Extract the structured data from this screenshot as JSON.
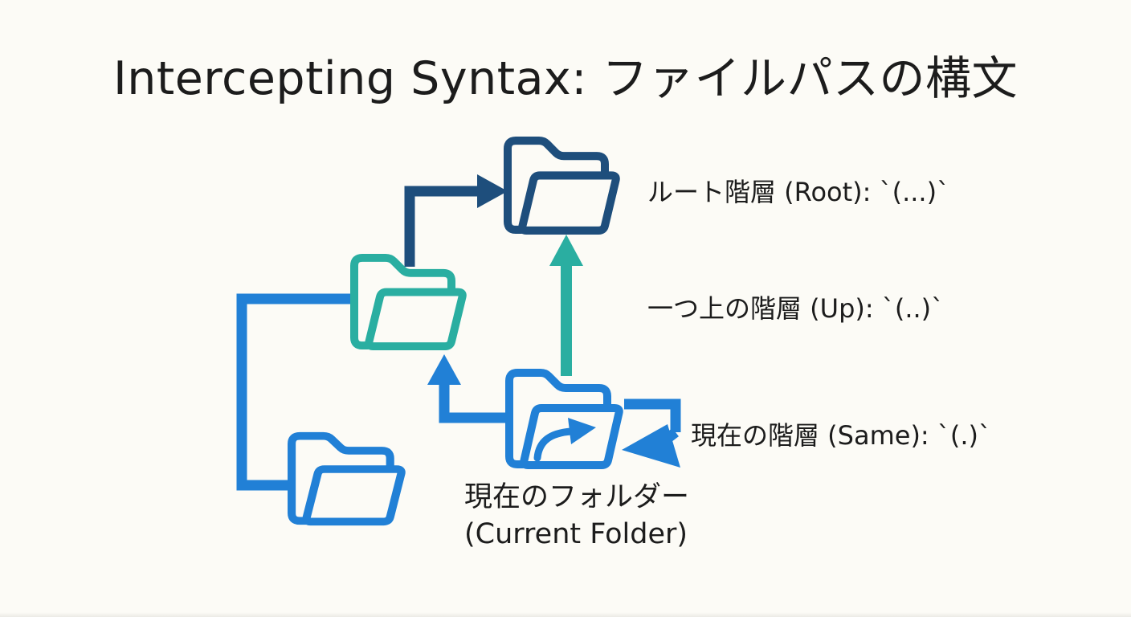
{
  "header": {
    "title": "Intercepting Syntax: ファイルパスの構文"
  },
  "colors": {
    "navy": "#1e4e7c",
    "teal": "#2aaea1",
    "blue": "#2180d6",
    "text": "#1c1c1c",
    "background": "#fcfbf6"
  },
  "diagram": {
    "labels": {
      "root": "ルート階層 (Root): `(...)`",
      "up": "一つ上の階層 (Up): `(..)`",
      "same": "現在の階層 (Same): `(.)`",
      "current_line1": "現在のフォルダー",
      "current_line2": "(Current Folder)"
    },
    "folders": [
      {
        "id": "root",
        "description": "root folder",
        "color": "navy"
      },
      {
        "id": "parent",
        "description": "one level up folder",
        "color": "teal"
      },
      {
        "id": "current",
        "description": "current folder",
        "color": "blue"
      },
      {
        "id": "sibling",
        "description": "sibling/child folder",
        "color": "blue"
      }
    ],
    "arrows": [
      {
        "id": "root-arrow",
        "meaning": "parent to root",
        "color": "navy"
      },
      {
        "id": "up-arrow",
        "meaning": "current to root (up up)",
        "color": "teal"
      },
      {
        "id": "up-to-parent-arrow",
        "meaning": "current to parent (up)",
        "color": "blue"
      },
      {
        "id": "self-loop-arrow",
        "meaning": "current to itself (same)",
        "color": "blue"
      },
      {
        "id": "parent-child-connector",
        "meaning": "parent to sibling link",
        "color": "blue"
      }
    ]
  }
}
